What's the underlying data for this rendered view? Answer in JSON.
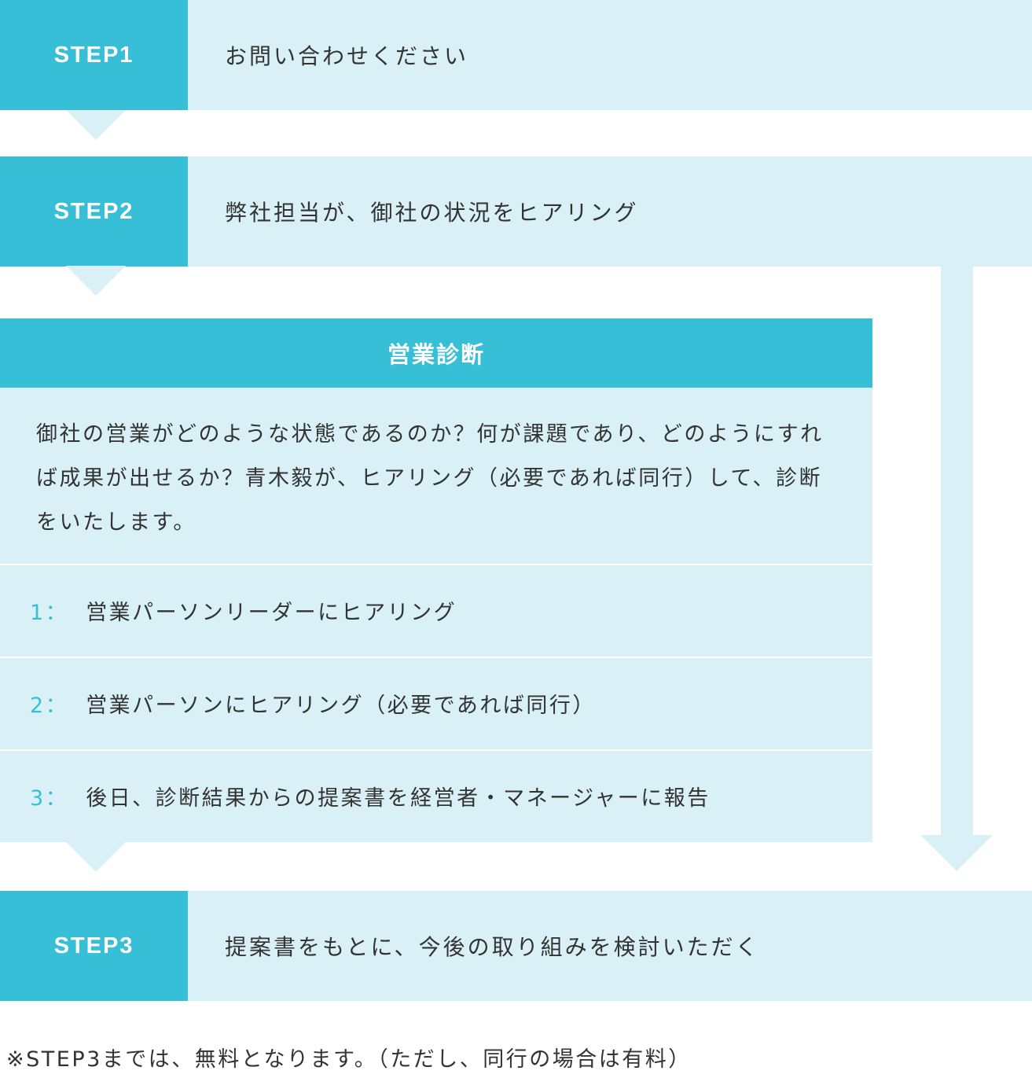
{
  "steps": [
    {
      "label": "STEP1",
      "text": "お問い合わせください"
    },
    {
      "label": "STEP2",
      "text": "弊社担当が、御社の状況をヒアリング"
    },
    {
      "label": "STEP3",
      "text": "提案書をもとに、今後の取り組みを検討いただく"
    }
  ],
  "diagnosis": {
    "title": "営業診断",
    "description": "御社の営業がどのような状態であるのか？何が課題であり、どのようにすれば成果が出せるか？青木毅が、ヒアリング（必要であれば同行）して、診断をいたします。",
    "items": [
      {
        "num": "1：",
        "text": "営業パーソンリーダーにヒアリング"
      },
      {
        "num": "2：",
        "text": "営業パーソンにヒアリング（必要であれば同行）"
      },
      {
        "num": "3：",
        "text": "後日、診断結果からの提案書を経営者・マネージャーに報告"
      }
    ]
  },
  "footnote": "※STEP3までは、無料となります。（ただし、同行の場合は有料）",
  "colors": {
    "accent": "#36bfd7",
    "light": "#d9f1f6",
    "text": "#333333"
  },
  "icons": [
    "down-arrow-icon",
    "skip-arrow-icon"
  ]
}
